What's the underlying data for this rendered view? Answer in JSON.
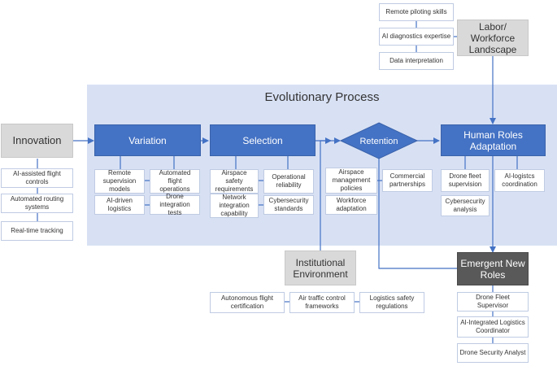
{
  "title": "Evolutionary Process",
  "nodes": {
    "innovation": "Innovation",
    "variation": "Variation",
    "selection": "Selection",
    "retention": "Retention",
    "human_roles": "Human Roles\nAdaptation",
    "labor": "Labor/\nWorkforce\nLandscape",
    "institutional": "Institutional\nEnvironment",
    "emergent": "Emergent New\nRoles"
  },
  "innovation_items": [
    "AI-assisted flight\ncontrols",
    "Automated routing\nsystems",
    "Real-time tracking"
  ],
  "variation_items": [
    "Remote\nsupervision\nmodels",
    "Automated\nflight\noperations",
    "AI-driven\nlogistics",
    "Drone\nintegration tests"
  ],
  "selection_items": [
    "Airspace safety\nrequirements",
    "Operational\nreliability",
    "Network\nintegration\ncapability",
    "Cybersecurity\nstandards"
  ],
  "retention_items": [
    "Airspace\nmanagement\npolicies",
    "Commercial\npartnerships",
    "Workforce\nadaptation"
  ],
  "human_items": [
    "Drone fleet\nsupervision",
    "AI-logistcs\ncoordination",
    "Cybersecurity\nanalysis"
  ],
  "labor_items": [
    "Remote piloting skills",
    "AI diagnostics expertise",
    "Data interpretation"
  ],
  "institutional_items": [
    "Autonomous flight\ncertification",
    "Air traffic control\nframeworks",
    "Logistics safety\nregulations"
  ],
  "emergent_items": [
    "Drone Fleet Supervisor",
    "AI-Integrated Logistics\nCoordinator",
    "Drone Security Analyst"
  ],
  "colors": {
    "blue": "#4472c4",
    "region": "#d8e1f4",
    "grey": "#d9d9d9",
    "dark": "#595959",
    "line": "#4472c4"
  }
}
